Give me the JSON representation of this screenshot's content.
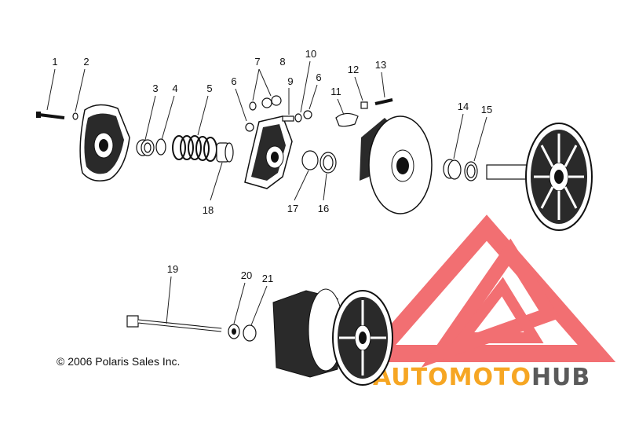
{
  "callouts": [
    {
      "id": "1",
      "text": "1"
    },
    {
      "id": "2",
      "text": "2"
    },
    {
      "id": "3",
      "text": "3"
    },
    {
      "id": "4",
      "text": "4"
    },
    {
      "id": "5",
      "text": "5"
    },
    {
      "id": "6a",
      "text": "6"
    },
    {
      "id": "7",
      "text": "7"
    },
    {
      "id": "8",
      "text": "8"
    },
    {
      "id": "9",
      "text": "9"
    },
    {
      "id": "10",
      "text": "10"
    },
    {
      "id": "6b",
      "text": "6"
    },
    {
      "id": "11",
      "text": "11"
    },
    {
      "id": "12",
      "text": "12"
    },
    {
      "id": "13",
      "text": "13"
    },
    {
      "id": "14",
      "text": "14"
    },
    {
      "id": "15",
      "text": "15"
    },
    {
      "id": "18",
      "text": "18"
    },
    {
      "id": "17",
      "text": "17"
    },
    {
      "id": "16",
      "text": "16"
    },
    {
      "id": "19",
      "text": "19"
    },
    {
      "id": "20",
      "text": "20"
    },
    {
      "id": "21",
      "text": "21"
    }
  ],
  "copyright": "© 2006 Polaris Sales Inc.",
  "watermark": {
    "part1": "AUTOMOTO",
    "part2": "HUB",
    "color_red": "#f0565a",
    "color_orange": "#f6a623",
    "color_gray": "#5a5a5a"
  },
  "colors": {
    "line": "#222222",
    "part_fill": "#ffffff",
    "part_dark": "#1a1a1a"
  }
}
